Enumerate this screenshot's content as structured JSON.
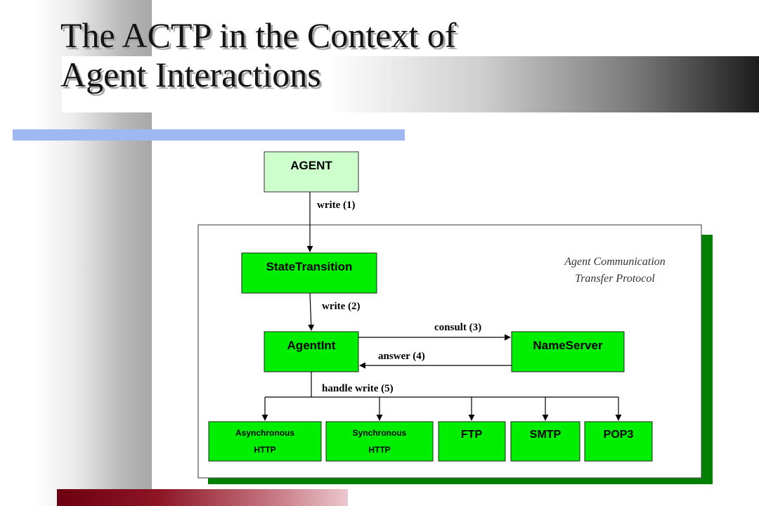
{
  "slide": {
    "title_line1": "The ACTP in the Context of",
    "title_line2": "Agent Interactions"
  },
  "diagram": {
    "container_caption_line1": "Agent Communication",
    "container_caption_line2": "Transfer Protocol",
    "nodes": {
      "agent": "AGENT",
      "state_transition": "StateTransition",
      "agent_int": "AgentInt",
      "name_server": "NameServer",
      "async_http_line1": "Asynchronous",
      "async_http_line2": "HTTP",
      "sync_http_line1": "Synchronous",
      "sync_http_line2": "HTTP",
      "ftp": "FTP",
      "smtp": "SMTP",
      "pop3": "POP3"
    },
    "edges": {
      "write1": "write (1)",
      "write2": "write (2)",
      "consult3": "consult (3)",
      "answer4": "answer (4)",
      "handle_write5": "handle write (5)"
    },
    "colors": {
      "node_green": "#00ee00",
      "agent_fill": "#ccffcc",
      "container_shadow": "#008000"
    }
  }
}
